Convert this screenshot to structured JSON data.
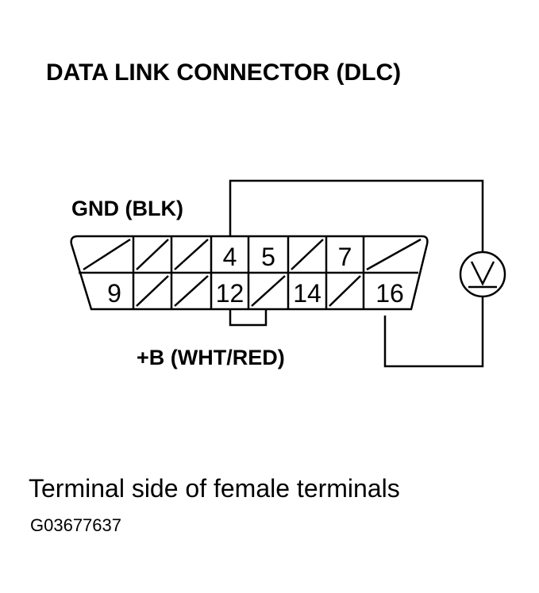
{
  "title": "DATA LINK CONNECTOR (DLC)",
  "labels": {
    "gnd": "GND (BLK)",
    "power": "+B (WHT/RED)"
  },
  "connector": {
    "top_row": [
      {
        "pin": "",
        "blank": true
      },
      {
        "pin": "",
        "blank": true
      },
      {
        "pin": "",
        "blank": true
      },
      {
        "pin": "4",
        "blank": false
      },
      {
        "pin": "5",
        "blank": false
      },
      {
        "pin": "",
        "blank": true
      },
      {
        "pin": "7",
        "blank": false
      },
      {
        "pin": "",
        "blank": true
      }
    ],
    "bottom_row": [
      {
        "pin": "9",
        "blank": false
      },
      {
        "pin": "",
        "blank": true
      },
      {
        "pin": "",
        "blank": true
      },
      {
        "pin": "12",
        "blank": false
      },
      {
        "pin": "",
        "blank": true
      },
      {
        "pin": "14",
        "blank": false
      },
      {
        "pin": "",
        "blank": true
      },
      {
        "pin": "16",
        "blank": false
      }
    ]
  },
  "meter": {
    "symbol": "V",
    "icon": "voltmeter-icon"
  },
  "caption": "Terminal side of female terminals",
  "figure_code": "G03677637"
}
